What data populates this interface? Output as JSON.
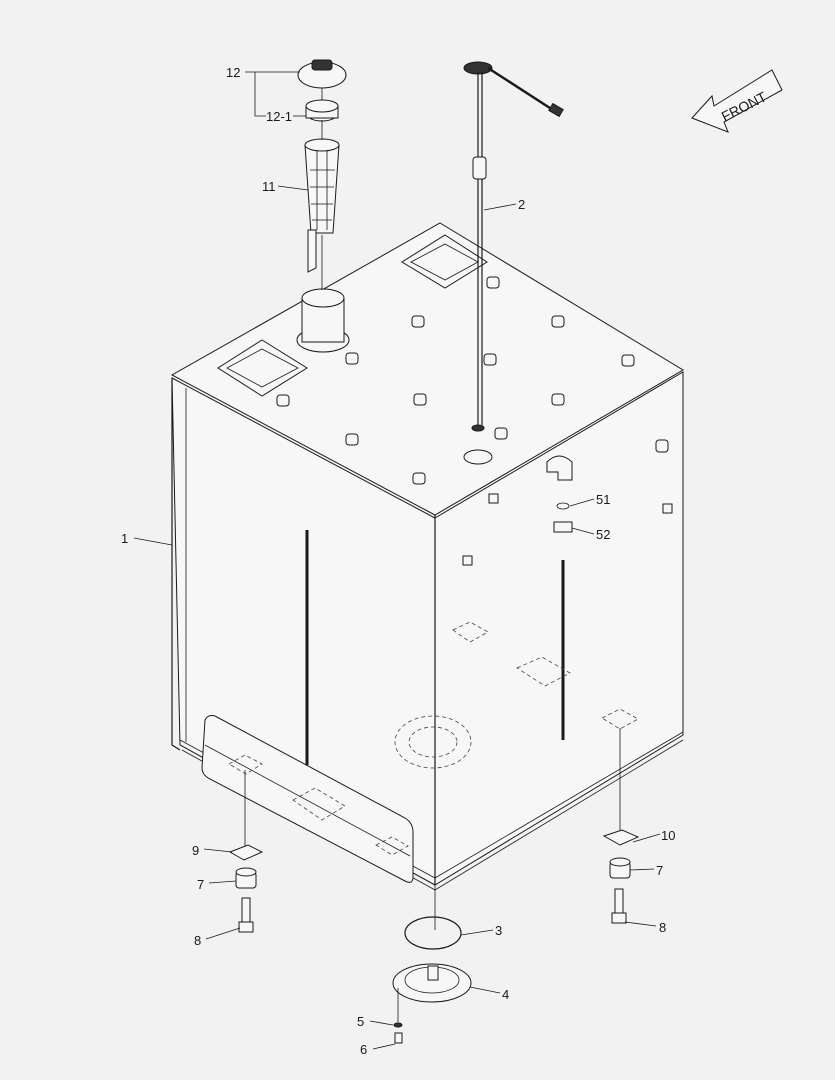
{
  "diagram": {
    "type": "exploded parts diagram",
    "orientation_label": "FRONT",
    "callouts": [
      {
        "id": "1"
      },
      {
        "id": "2"
      },
      {
        "id": "3"
      },
      {
        "id": "4"
      },
      {
        "id": "5"
      },
      {
        "id": "6"
      },
      {
        "id": "7"
      },
      {
        "id": "7"
      },
      {
        "id": "8"
      },
      {
        "id": "8"
      },
      {
        "id": "9"
      },
      {
        "id": "10"
      },
      {
        "id": "11"
      },
      {
        "id": "12"
      },
      {
        "id": "12-1"
      },
      {
        "id": "51"
      },
      {
        "id": "52"
      }
    ]
  }
}
